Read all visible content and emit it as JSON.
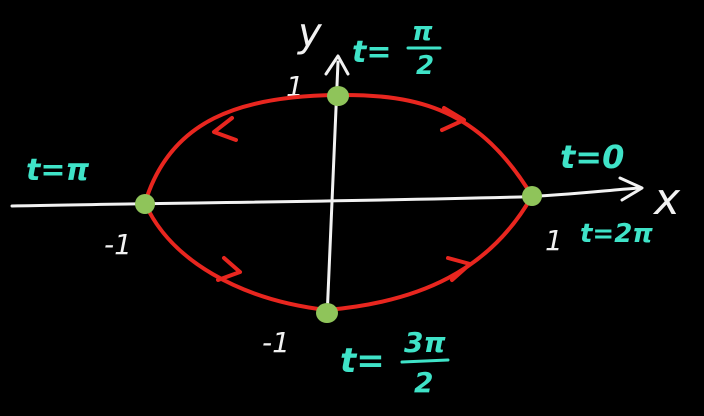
{
  "axes": {
    "x_label": "x",
    "y_label": "y"
  },
  "ticks": {
    "x_neg": "-1",
    "x_pos": "1",
    "y_pos": "1",
    "y_neg": "-1"
  },
  "params": {
    "t0": "t=0",
    "t2pi": "t=2π",
    "tpi": "t=π",
    "tpi2": {
      "prefix": "t=",
      "num": "π",
      "den": "2"
    },
    "t3pi2": {
      "prefix": "t=",
      "num": "3π",
      "den": "2"
    }
  },
  "colors": {
    "background": "#000000",
    "axis": "#f2f2f2",
    "curve": "#e8261f",
    "point": "#8fc45a",
    "annotation": "#3fe3c8"
  },
  "curve": {
    "type": "ellipse",
    "direction": "counterclockwise",
    "points": [
      {
        "t": "0",
        "x": 1,
        "y": 0
      },
      {
        "t": "π/2",
        "x": 0,
        "y": 1
      },
      {
        "t": "π",
        "x": -1,
        "y": 0
      },
      {
        "t": "3π/2",
        "x": 0,
        "y": -1
      }
    ]
  }
}
